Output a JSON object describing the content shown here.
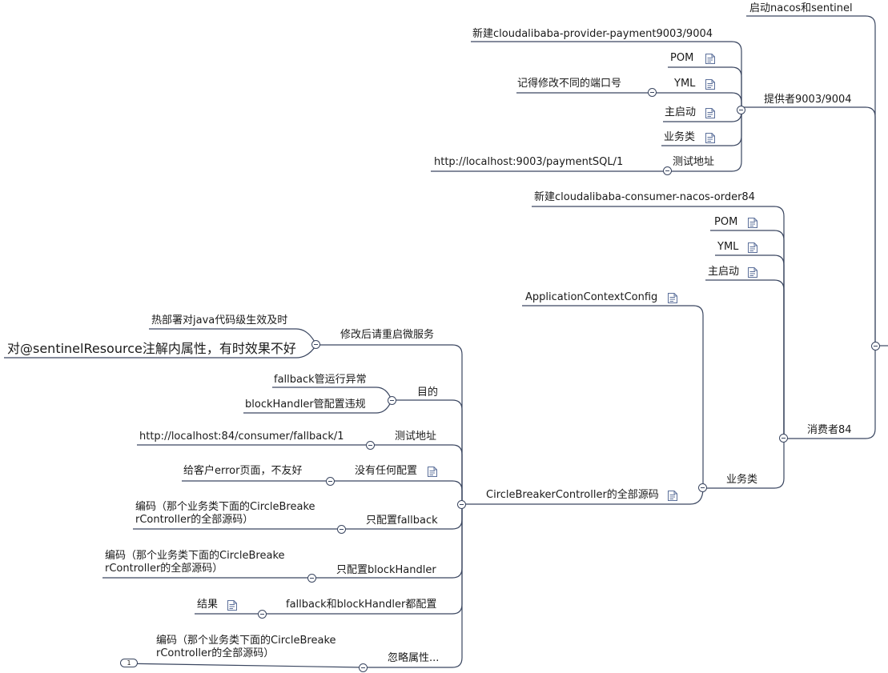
{
  "nodes": {
    "start": "启动nacos和sentinel",
    "provider": "提供者9003/9004",
    "p_new": "新建cloudalibaba-provider-payment9003/9004",
    "p_pom": "POM",
    "p_yml": "YML",
    "p_yml_note": "记得修改不同的端口号",
    "p_main": "主启动",
    "p_biz": "业务类",
    "p_test": "测试地址",
    "p_test_url": "http://localhost:9003/paymentSQL/1",
    "consumer": "消费者84",
    "c_new": "新建cloudalibaba-consumer-nacos-order84",
    "c_pom": "POM",
    "c_yml": "YML",
    "c_main": "主启动",
    "c_appctx": "ApplicationContextConfig",
    "c_biz": "业务类",
    "cbc": "CircleBreakerController的全部源码",
    "restart": "修改后请重启微服务",
    "hot": "热部署对java代码级生效及时",
    "annot": "对@sentinelResource注解内属性，有时效果不好",
    "goal": "目的",
    "fb_runtime": "fallback管运行异常",
    "bh_config": "blockHandler管配置违规",
    "test_addr": "测试地址",
    "test_url": "http://localhost:84/consumer/fallback/1",
    "no_config": "没有任何配置",
    "no_config_result": "给客户error页面，不友好",
    "only_fb": "只配置fallback",
    "only_fb_code": "编码（那个业务类下面的CircleBreake\nrController的全部源码）",
    "only_bh": "只配置blockHandler",
    "only_bh_code": "编码（那个业务类下面的CircleBreake\nrController的全部源码）",
    "both": "fallback和blockHandler都配置",
    "result": "结果",
    "ignore": "忽略属性...",
    "ignore_code": "编码（那个业务类下面的CircleBreake\nrController的全部源码）",
    "collapsed_count": "1"
  },
  "colors": {
    "line": "#3a4660",
    "note": "#5b6f9a"
  },
  "note_icon": "note-icon",
  "collapse_icon": "collapse-icon"
}
